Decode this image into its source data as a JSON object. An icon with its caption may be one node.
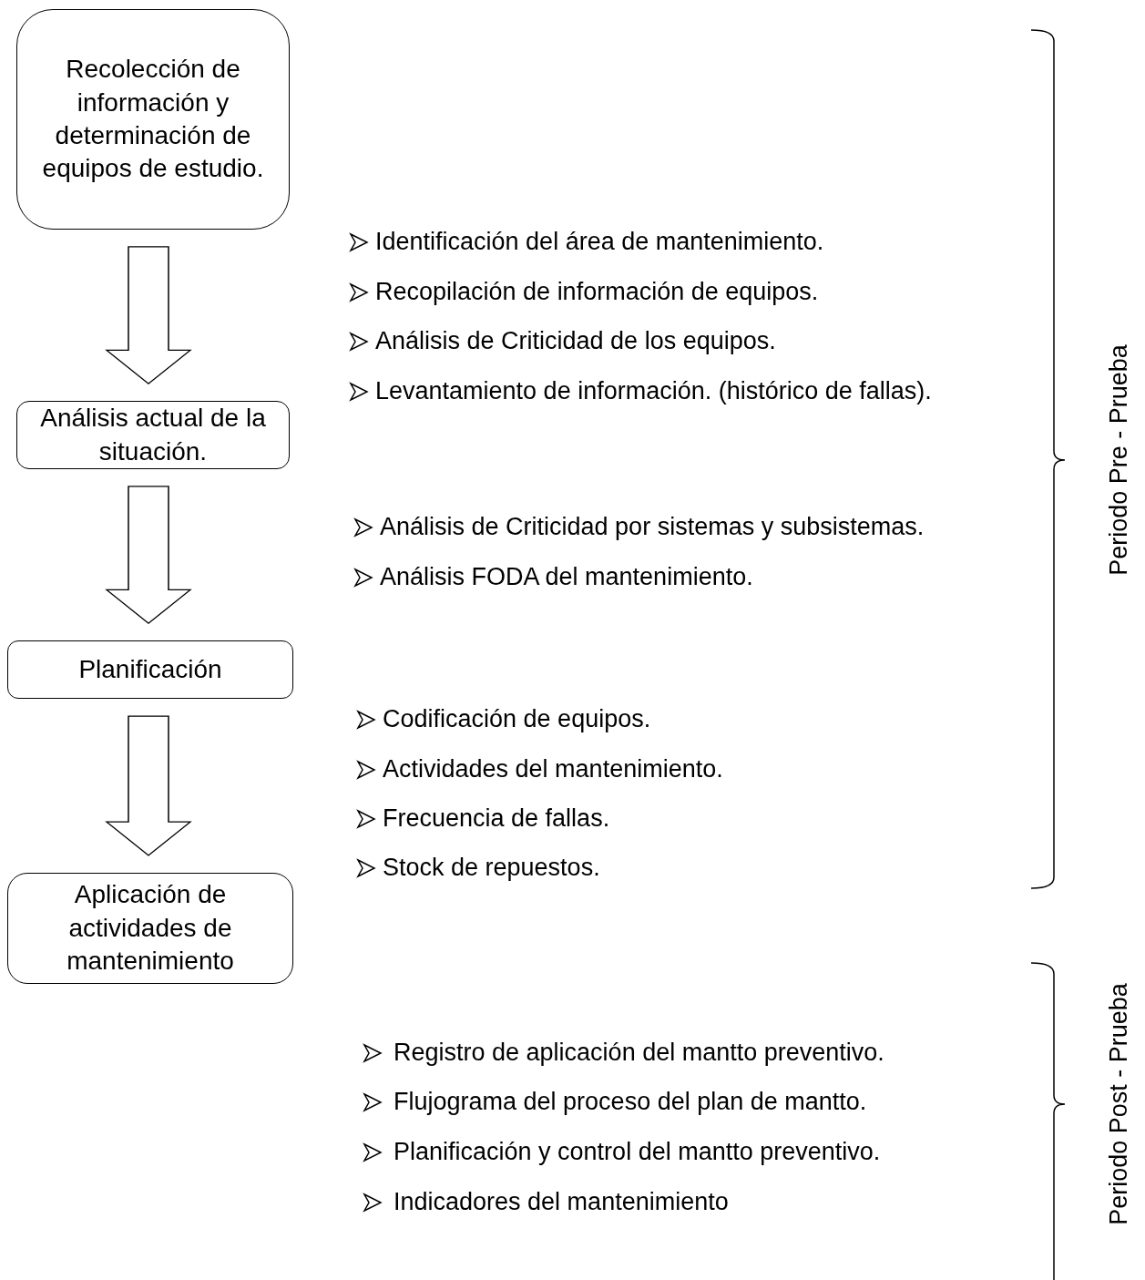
{
  "diagram": {
    "nodes": [
      {
        "text": [
          "Recolección de información y determinación de equipos de estudio."
        ]
      },
      {
        "text": [
          "Análisis actual de la situación."
        ]
      },
      {
        "text": [
          "Planificación"
        ]
      },
      {
        "text": [
          "Aplicación de actividades de mantenimiento"
        ]
      }
    ],
    "edges": [
      {
        "from": 0,
        "to": 1,
        "arrow": "to"
      },
      {
        "from": 1,
        "to": 2,
        "arrow": "to"
      },
      {
        "from": 2,
        "to": 3,
        "arrow": "to"
      }
    ],
    "labels": [
      "Identificación del área de mantenimiento.",
      "Recopilación de información de equipos.",
      "Análisis de Criticidad de los equipos.",
      "Levantamiento de información. (histórico de fallas).",
      "Análisis de Criticidad por sistemas y subsistemas.",
      "Análisis FODA del mantenimiento.",
      "Codificación de equipos.",
      "Actividades del mantenimiento.",
      "Frecuencia de fallas.",
      "Stock de repuestos.",
      "Registro de aplicación del mantto preventivo.",
      "Flujograma del proceso del plan de mantto.",
      "Planificación y control del mantto preventivo.",
      "Indicadores del mantenimiento",
      "Periodo Pre - Prueba",
      "Periodo Post - Prueba"
    ]
  }
}
